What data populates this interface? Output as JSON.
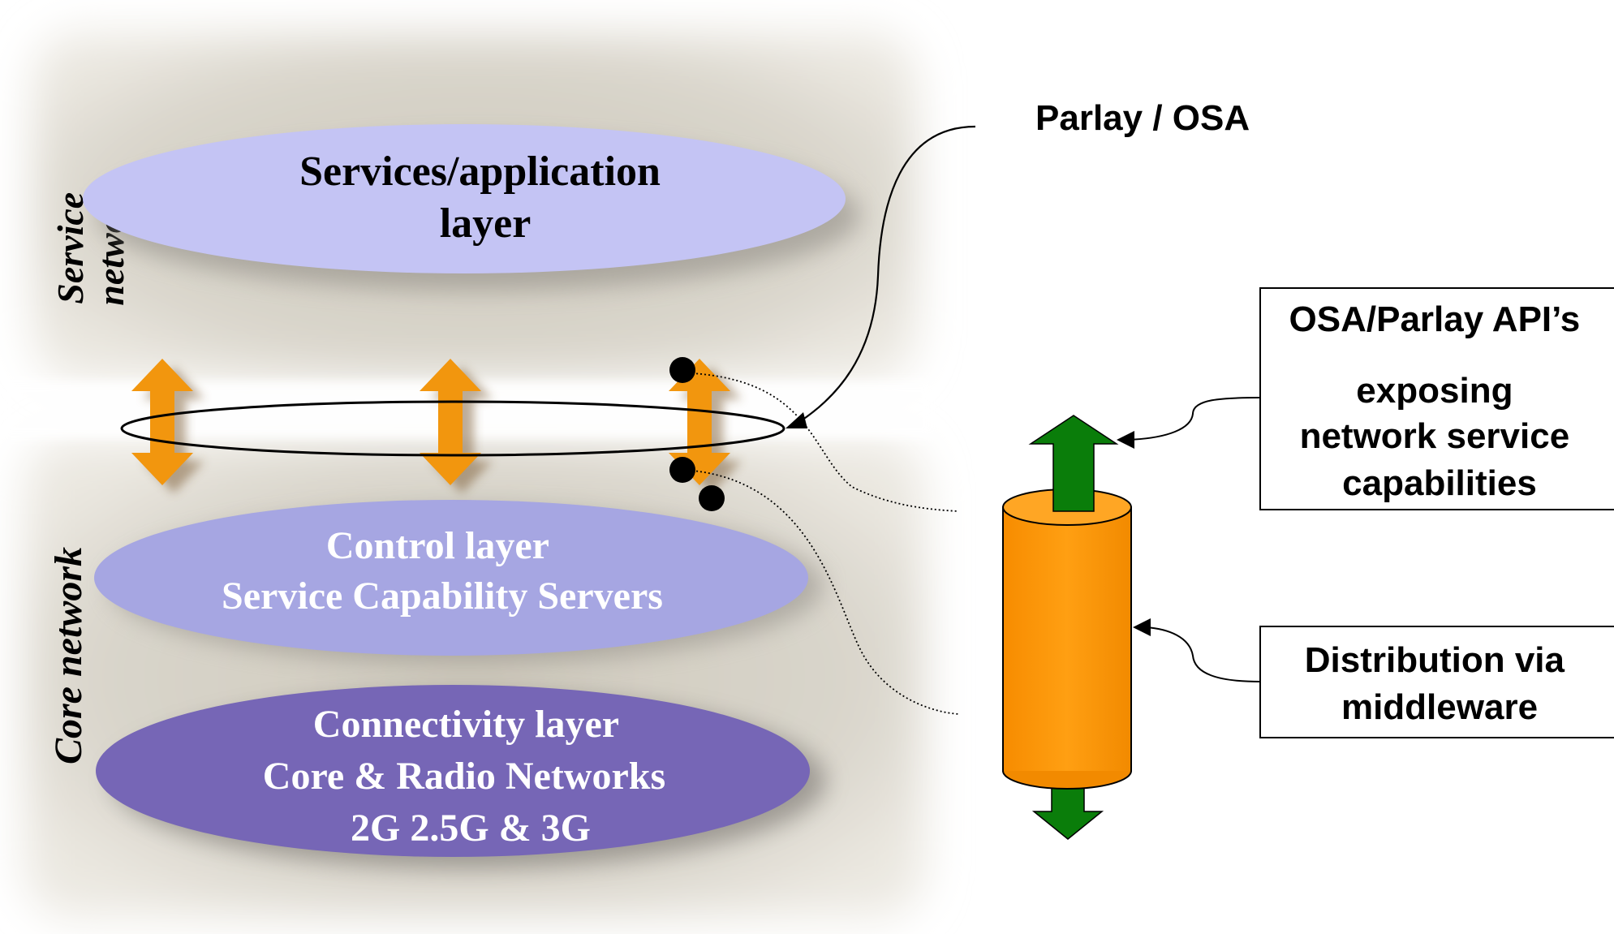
{
  "side_labels": {
    "service_network": [
      "Service",
      "network"
    ],
    "core_network": "Core network"
  },
  "layers": {
    "services": [
      "Services/application",
      "layer"
    ],
    "control": [
      "Control layer",
      "Service Capability Servers"
    ],
    "connectivity": [
      "Connectivity layer",
      "Core & Radio Networks",
      "2G 2.5G & 3G"
    ]
  },
  "callouts": {
    "parlay_osa": "Parlay / OSA",
    "api_box": [
      "OSA/Parlay API’s",
      "exposing",
      "network service",
      "capabilities"
    ],
    "middleware_box": [
      "Distribution via",
      "middleware"
    ]
  },
  "colors": {
    "services_ellipse": "#c4c4f4",
    "control_ellipse": "#a6a6e2",
    "connectivity_ellipse": "#7666b6",
    "updown_arrow": "#f2960e",
    "cylinder": "#ff9a08",
    "green_arrow": "#0a7d0a",
    "backdrop": "#d8d4ca"
  }
}
